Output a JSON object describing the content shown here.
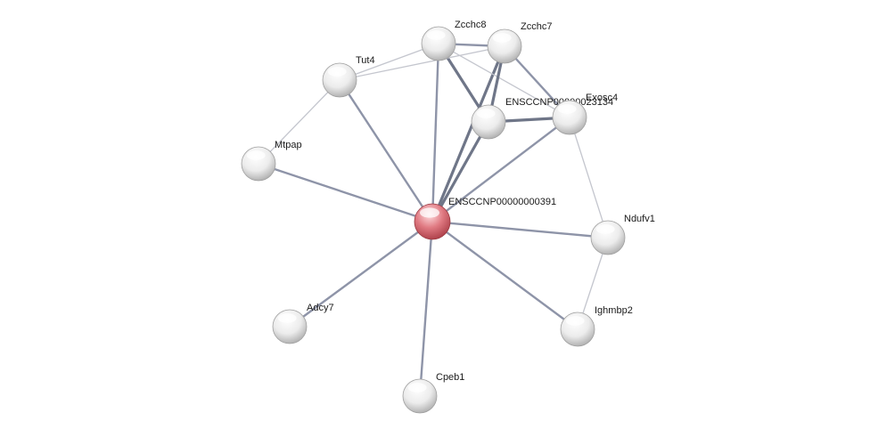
{
  "network": {
    "nodes": [
      {
        "id": "center",
        "label": "ENSCCNP00000000391",
        "query": true
      },
      {
        "id": "zcchc8",
        "label": "Zcchc8"
      },
      {
        "id": "zcchc7",
        "label": "Zcchc7"
      },
      {
        "id": "tut4",
        "label": "Tut4"
      },
      {
        "id": "ensccnp2",
        "label": "ENSCCNP00000023134"
      },
      {
        "id": "exosc4",
        "label": "Exosc4"
      },
      {
        "id": "mtpap",
        "label": "Mtpap"
      },
      {
        "id": "ndufv1",
        "label": "Ndufv1"
      },
      {
        "id": "adcy7",
        "label": "Adcy7"
      },
      {
        "id": "ighmbp2",
        "label": "Ighmbp2"
      },
      {
        "id": "cpeb1",
        "label": "Cpeb1"
      }
    ],
    "edges": [
      {
        "source": "center",
        "target": "tut4",
        "strength": "medium"
      },
      {
        "source": "center",
        "target": "zcchc8",
        "strength": "medium"
      },
      {
        "source": "center",
        "target": "zcchc7",
        "strength": "strong"
      },
      {
        "source": "center",
        "target": "ensccnp2",
        "strength": "strong"
      },
      {
        "source": "center",
        "target": "exosc4",
        "strength": "medium"
      },
      {
        "source": "center",
        "target": "mtpap",
        "strength": "medium"
      },
      {
        "source": "center",
        "target": "ndufv1",
        "strength": "medium"
      },
      {
        "source": "center",
        "target": "adcy7",
        "strength": "medium"
      },
      {
        "source": "center",
        "target": "ighmbp2",
        "strength": "medium"
      },
      {
        "source": "center",
        "target": "cpeb1",
        "strength": "medium"
      },
      {
        "source": "zcchc8",
        "target": "zcchc7",
        "strength": "medium"
      },
      {
        "source": "zcchc8",
        "target": "ensccnp2",
        "strength": "strong"
      },
      {
        "source": "zcchc8",
        "target": "exosc4",
        "strength": "weak"
      },
      {
        "source": "zcchc7",
        "target": "ensccnp2",
        "strength": "strong"
      },
      {
        "source": "zcchc7",
        "target": "exosc4",
        "strength": "medium"
      },
      {
        "source": "ensccnp2",
        "target": "exosc4",
        "strength": "strong"
      },
      {
        "source": "tut4",
        "target": "zcchc8",
        "strength": "weak"
      },
      {
        "source": "tut4",
        "target": "zcchc7",
        "strength": "weak"
      },
      {
        "source": "tut4",
        "target": "mtpap",
        "strength": "weak"
      },
      {
        "source": "exosc4",
        "target": "ndufv1",
        "strength": "weak"
      },
      {
        "source": "ndufv1",
        "target": "ighmbp2",
        "strength": "weak"
      }
    ],
    "colors": {
      "query_node": "#d9646c",
      "node": "#d8d8d8",
      "edge_strong": "#6f7688",
      "edge_medium": "#8e94a8",
      "edge_weak": "#c4c6ce"
    }
  }
}
